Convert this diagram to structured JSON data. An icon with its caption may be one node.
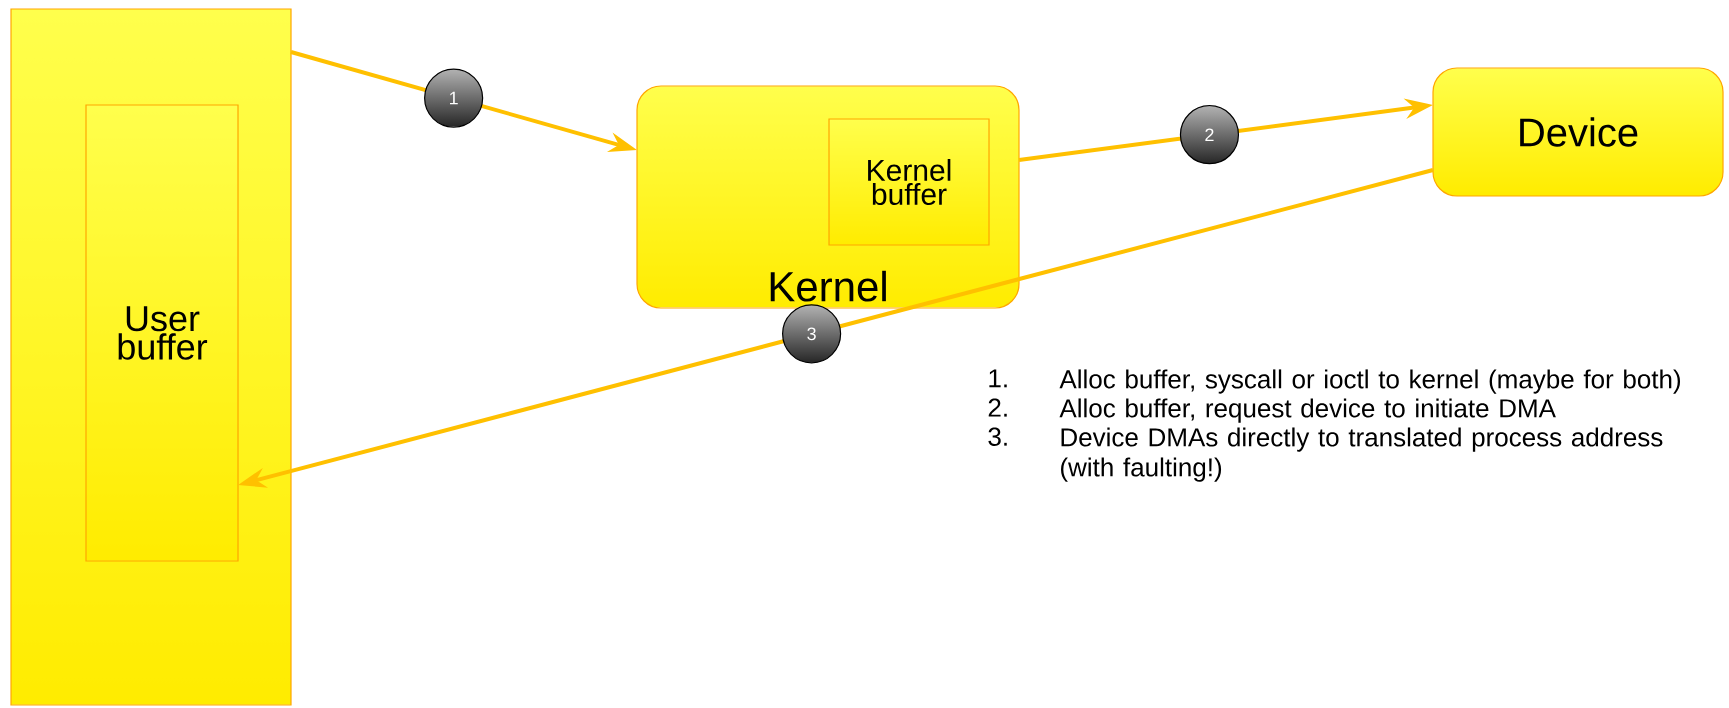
{
  "diagram": {
    "nodes": [
      {
        "text": [],
        "shape": "box"
      },
      {
        "text": [
          "User buffer"
        ],
        "in": 0
      },
      {
        "text": [
          "Kernel"
        ]
      },
      {
        "text": [
          "Kernel buffer"
        ],
        "in": 2
      },
      {
        "text": [
          "Device"
        ]
      }
    ],
    "edges": [
      {
        "from": 0,
        "to": 2,
        "arrow": "to",
        "label": "1"
      },
      {
        "from": 2,
        "to": 4,
        "arrow": "to",
        "label": "2"
      },
      {
        "from": 4,
        "to": 1,
        "arrow": "to",
        "label": "3"
      }
    ],
    "labels": [
      "1.",
      "Alloc buffer, syscall or ioctl to kernel (maybe for both)",
      "2.",
      "Alloc buffer, request device to initiate DMA",
      "3.",
      "Device DMAs directly to translated process address (with faulting!)"
    ]
  }
}
